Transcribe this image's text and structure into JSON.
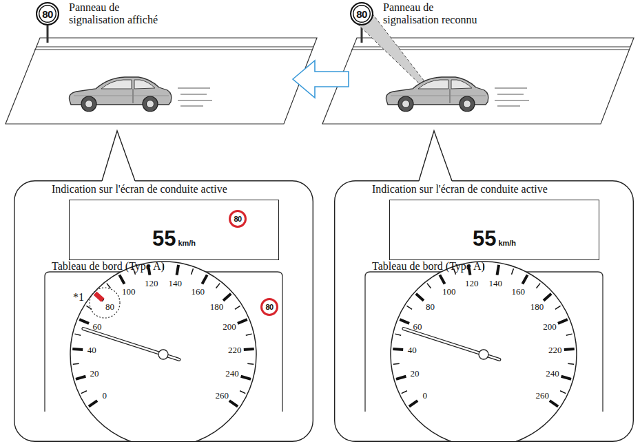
{
  "diagram": {
    "nodes": [
      {
        "text": [
          "80"
        ]
      },
      {
        "text": [
          "80"
        ]
      },
      {
        "text": [
          "Indication sur l'écran de conduite active",
          "Tableau de bord (Type A)"
        ]
      },
      {
        "text": [
          "55",
          "km/h"
        ],
        "in": 2
      },
      {
        "text": [
          "80"
        ],
        "in": 3
      },
      {
        "text": [
          "0",
          "20",
          "40",
          "60",
          "80",
          "100",
          "120",
          "140",
          "160",
          "180",
          "200",
          "220",
          "240",
          "260"
        ],
        "in": 2
      },
      {
        "text": [
          "80"
        ],
        "in": 2
      },
      {
        "text": [
          "Indication sur l'écran de conduite active",
          "Tableau de bord (Type A)"
        ]
      },
      {
        "text": [
          "55",
          "km/h"
        ],
        "in": 7
      },
      {
        "text": [
          "0",
          "20",
          "40",
          "60",
          "80",
          "100",
          "120",
          "140",
          "160",
          "180",
          "200",
          "220",
          "240",
          "260"
        ],
        "in": 7
      }
    ],
    "labels": [
      "Panneau de signalisation affiché",
      "Panneau de signalisation reconnu",
      "*1"
    ]
  }
}
